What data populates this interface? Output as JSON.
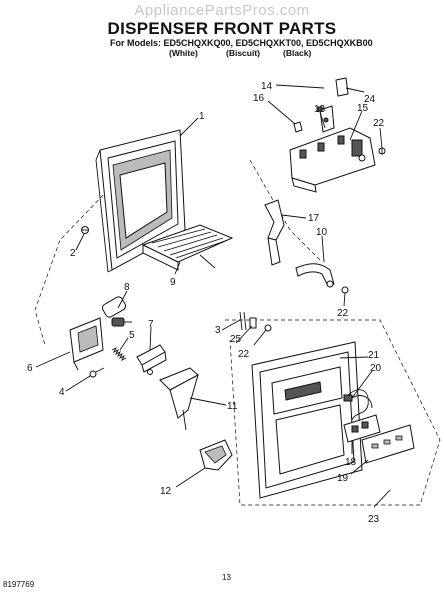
{
  "watermark": "AppliancePartsPros.com",
  "title": "DISPENSER FRONT PARTS",
  "models": {
    "prefix": "For Models:",
    "list": "ED5CHQXKQ00, ED5CHQXKT00, ED5CHQXKB00",
    "colors": [
      "(White)",
      "(Biscuit)",
      "(Black)"
    ]
  },
  "footer": {
    "doc_number": "8197769",
    "page_number": "13"
  },
  "callouts": [
    {
      "id": "c1",
      "text": "1"
    },
    {
      "id": "c2",
      "text": "2"
    },
    {
      "id": "c3",
      "text": "3"
    },
    {
      "id": "c4",
      "text": "4"
    },
    {
      "id": "c5",
      "text": "5"
    },
    {
      "id": "c6",
      "text": "6"
    },
    {
      "id": "c7",
      "text": "7"
    },
    {
      "id": "c8",
      "text": "8"
    },
    {
      "id": "c9",
      "text": "9"
    },
    {
      "id": "c10",
      "text": "10"
    },
    {
      "id": "c11",
      "text": "11"
    },
    {
      "id": "c12",
      "text": "12"
    },
    {
      "id": "c13",
      "text": "13"
    },
    {
      "id": "c14",
      "text": "14"
    },
    {
      "id": "c15",
      "text": "15"
    },
    {
      "id": "c16",
      "text": "16"
    },
    {
      "id": "c17",
      "text": "17"
    },
    {
      "id": "c18",
      "text": "18"
    },
    {
      "id": "c19",
      "text": "19"
    },
    {
      "id": "c20",
      "text": "20"
    },
    {
      "id": "c21",
      "text": "21"
    },
    {
      "id": "c22a",
      "text": "22"
    },
    {
      "id": "c22b",
      "text": "22"
    },
    {
      "id": "c22c",
      "text": "22"
    },
    {
      "id": "c23",
      "text": "23"
    },
    {
      "id": "c24",
      "text": "24"
    },
    {
      "id": "c25",
      "text": "25"
    }
  ]
}
